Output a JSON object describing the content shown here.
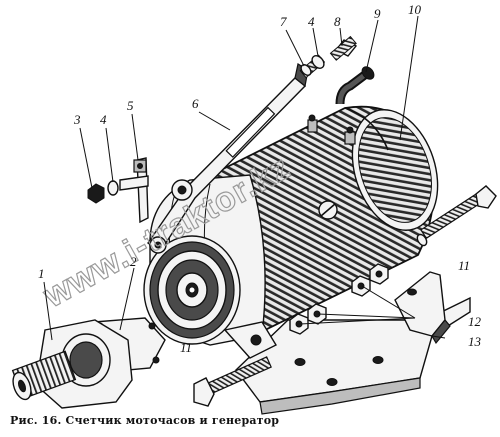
{
  "caption": "Рис. 16. Счетчик моточасов и генератор",
  "callouts": [
    "1",
    "2",
    "3",
    "4",
    "5",
    "6",
    "7",
    "4",
    "8",
    "9",
    "10",
    "11",
    "11",
    "12",
    "13"
  ],
  "watermark": "www.i-traktor.kz"
}
